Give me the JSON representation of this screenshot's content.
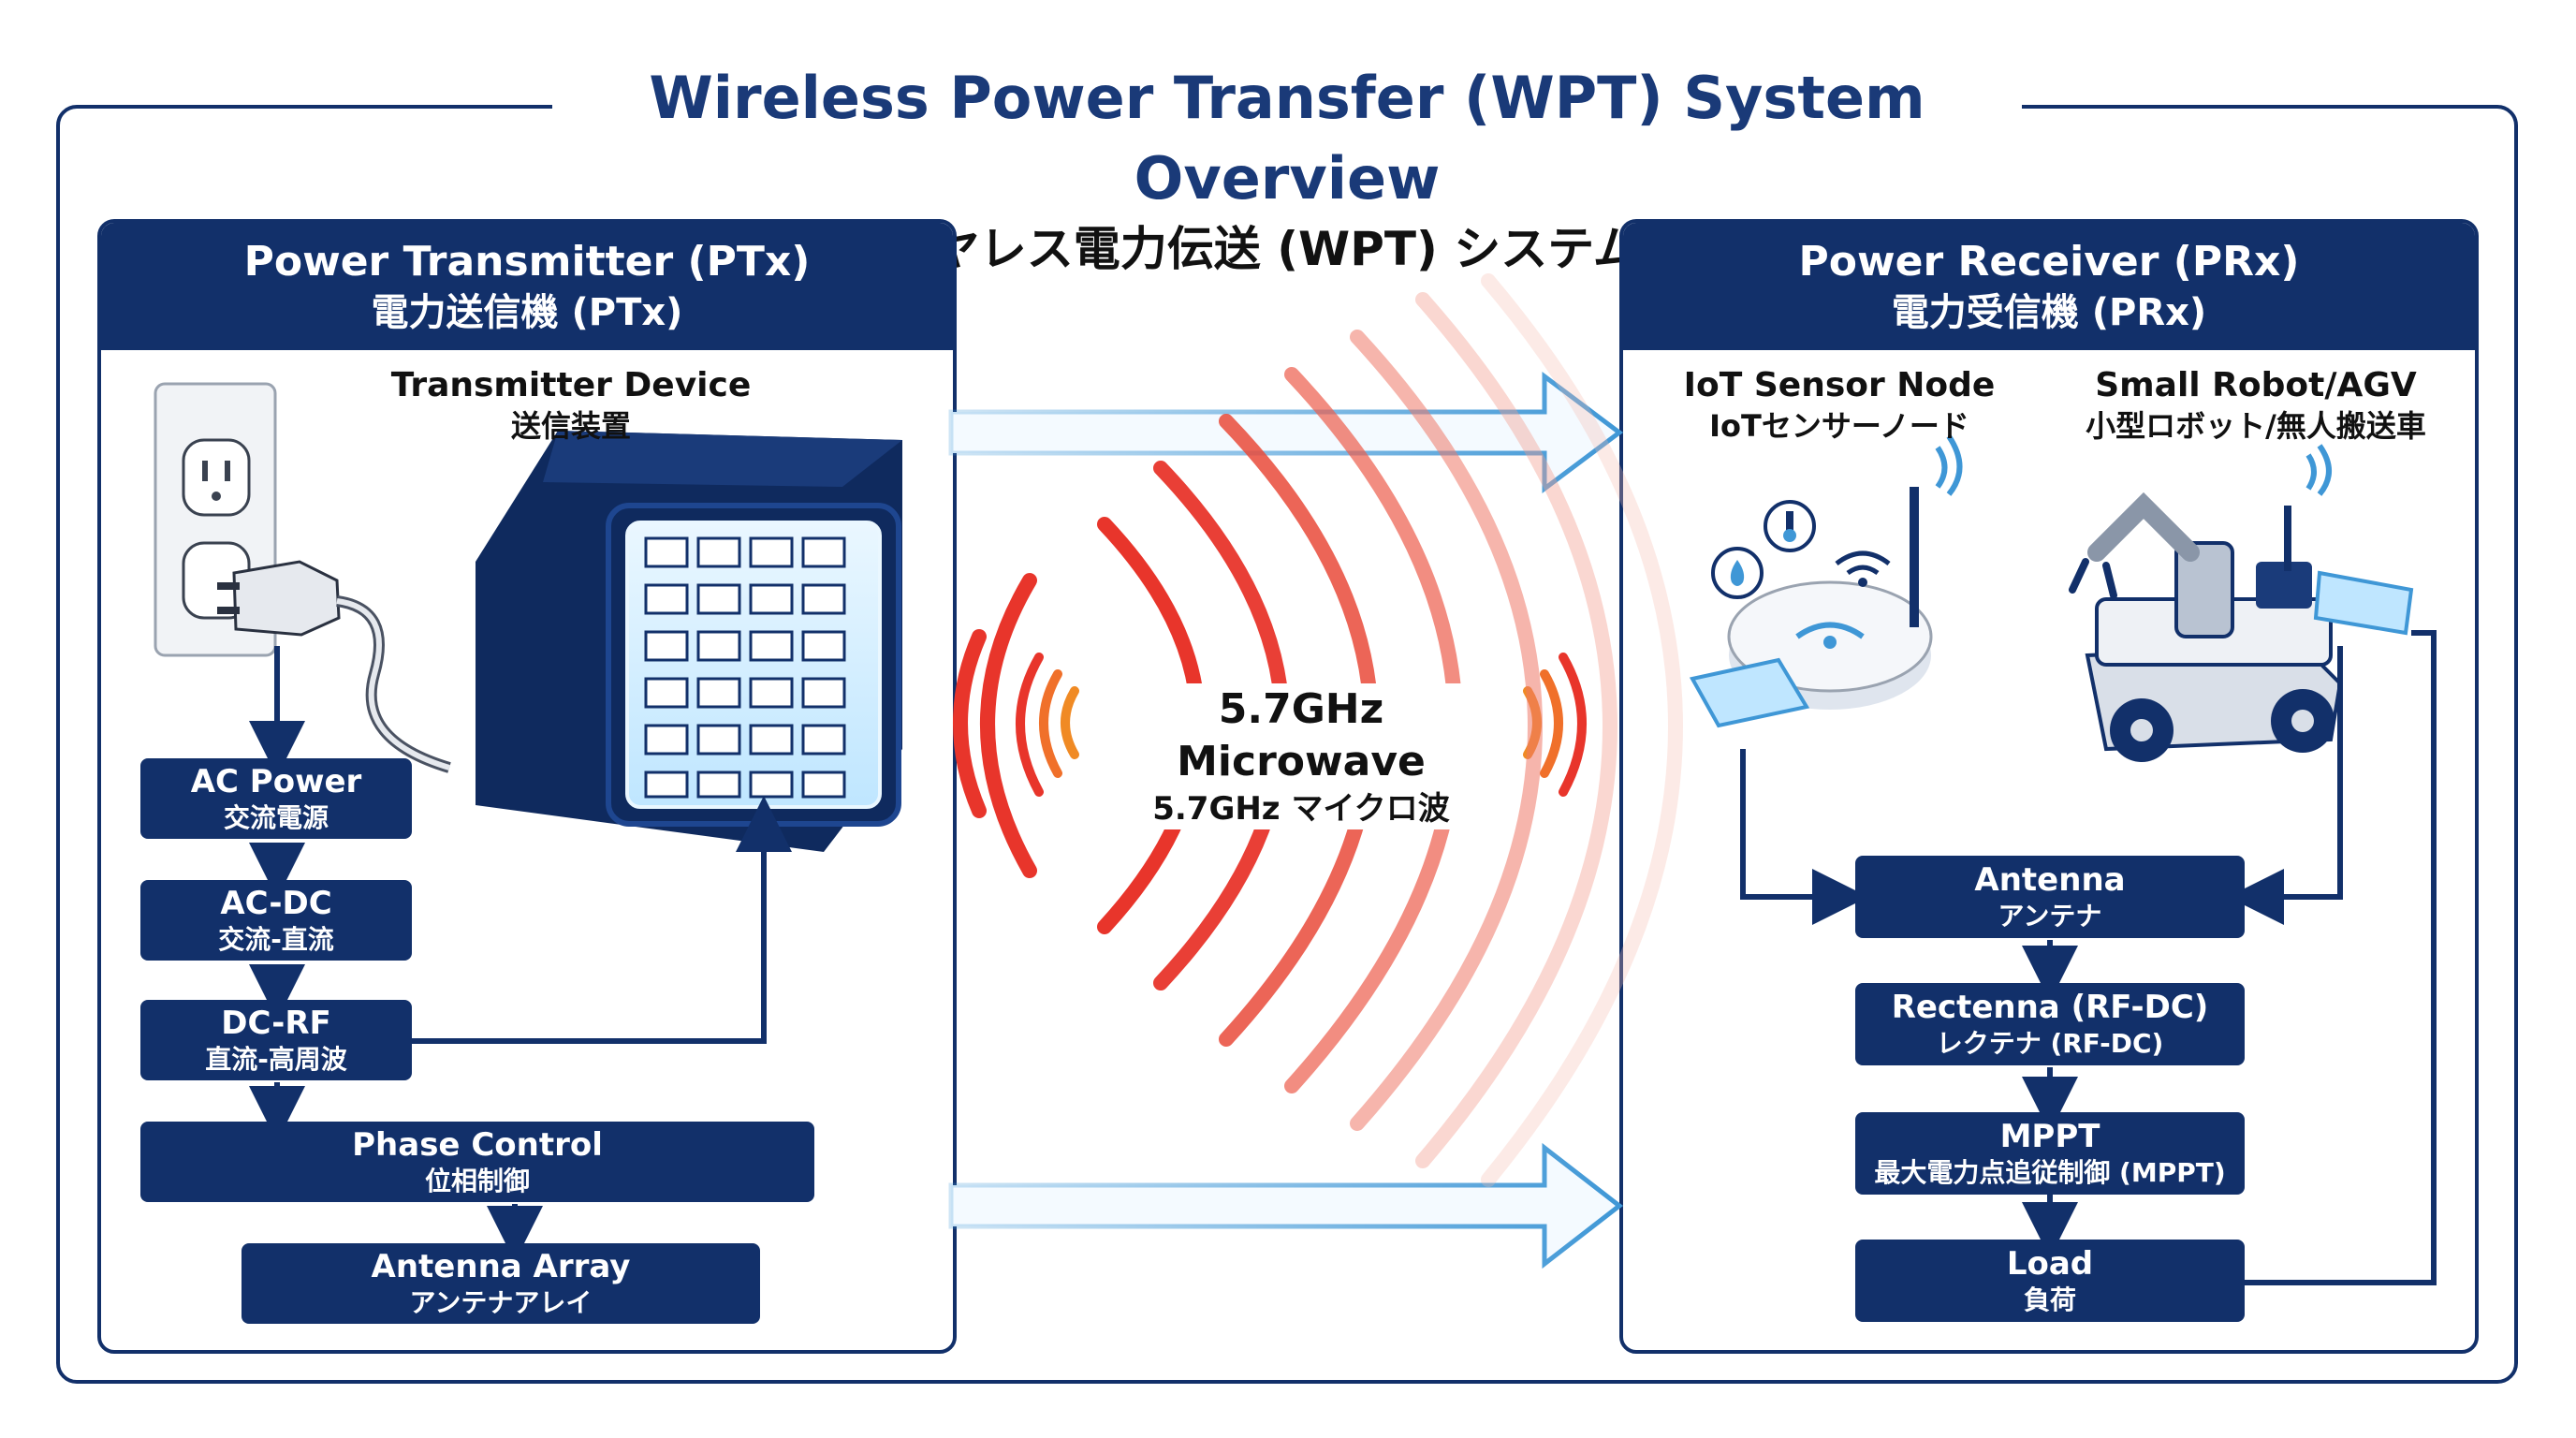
{
  "title": {
    "en": "Wireless Power Transfer (WPT) System Overview",
    "ja": "ワイヤレス電力伝送 (WPT) システム概要"
  },
  "transmitter": {
    "header_en": "Power Transmitter (PTx)",
    "header_ja": "電力送信機 (PTx)",
    "device_en": "Transmitter Device",
    "device_ja": "送信装置",
    "steps": [
      {
        "en": "AC Power",
        "ja": "交流電源"
      },
      {
        "en": "AC-DC",
        "ja": "交流-直流"
      },
      {
        "en": "DC-RF",
        "ja": "直流-高周波"
      },
      {
        "en": "Phase Control",
        "ja": "位相制御"
      },
      {
        "en": "Antenna Array",
        "ja": "アンテナアレイ"
      }
    ]
  },
  "microwave": {
    "en": "5.7GHz Microwave",
    "ja": "5.7GHz マイクロ波"
  },
  "receiver": {
    "header_en": "Power Receiver (PRx)",
    "header_ja": "電力受信機 (PRx)",
    "device1_en": "IoT Sensor Node",
    "device1_ja": "IoTセンサーノード",
    "device2_en": "Small Robot/AGV",
    "device2_ja": "小型ロボット/無人搬送車",
    "steps": [
      {
        "en": "Antenna",
        "ja": "アンテナ"
      },
      {
        "en": "Rectenna (RF-DC)",
        "ja": "レクテナ (RF-DC)"
      },
      {
        "en": "MPPT",
        "ja": "最大電力点追従制御 (MPPT)"
      },
      {
        "en": "Load",
        "ja": "負荷"
      }
    ]
  },
  "colors": {
    "navy": "#12306a",
    "wave_red": "#e8352b",
    "wave_orange": "#f08a24",
    "arrow_blue": "#3f97d6",
    "glow_blue": "#bfe6ff"
  }
}
